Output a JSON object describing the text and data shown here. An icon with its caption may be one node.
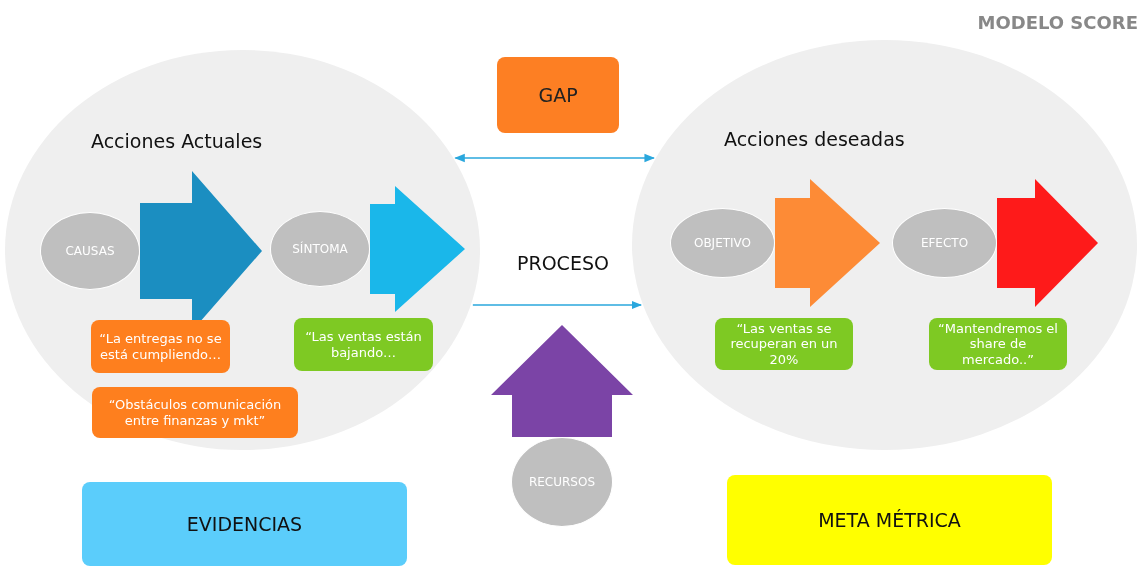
{
  "diagram": {
    "title": "MODELO SCORE",
    "nodes": [
      {
        "text": [
          "Acciones Actuales"
        ]
      },
      {
        "text": [
          "CAUSAS"
        ],
        "in": 0
      },
      {
        "text": [
          "SÍNTOMA"
        ],
        "in": 0
      },
      {
        "text": [
          "“La entregas no se está cumpliendo…"
        ],
        "in": 0
      },
      {
        "text": [
          "“Las ventas están bajando…"
        ],
        "in": 0
      },
      {
        "text": [
          "“Obstáculos comunicación entre finanzas y mkt”"
        ],
        "in": 0
      },
      {
        "text": [
          "GAP"
        ]
      },
      {
        "text": [
          "Acciones deseadas"
        ]
      },
      {
        "text": [
          "OBJETIVO"
        ],
        "in": 7
      },
      {
        "text": [
          "EFECTO"
        ],
        "in": 7
      },
      {
        "text": [
          "“Las ventas se recuperan en un 20%"
        ],
        "in": 7
      },
      {
        "text": [
          "“Mantendremos el share de mercado..”"
        ],
        "in": 7
      },
      {
        "text": [
          "RECURSOS"
        ]
      },
      {
        "text": [
          "EVIDENCIAS"
        ]
      },
      {
        "text": [
          "META MÉTRICA"
        ]
      }
    ],
    "edges": [
      {
        "from": 1,
        "to": 2,
        "arrow": "to",
        "style": "thick",
        "color": "#1b8ec1"
      },
      {
        "from": 2,
        "to": null,
        "arrow": "to",
        "style": "thick",
        "color": "#1ab7ea"
      },
      {
        "from": 8,
        "to": 9,
        "arrow": "to",
        "style": "thick",
        "color": "#fd8b36"
      },
      {
        "from": 9,
        "to": null,
        "arrow": "to",
        "style": "thick",
        "color": "#fe1a1a"
      },
      {
        "from": 12,
        "to": null,
        "arrow": "to",
        "style": "thick",
        "color": "#7b44a6"
      },
      {
        "from": 0,
        "to": 7,
        "arrow": "both"
      },
      {
        "from": 0,
        "to": 7,
        "arrow": "to"
      }
    ],
    "labels": [
      "PROCESO"
    ]
  }
}
